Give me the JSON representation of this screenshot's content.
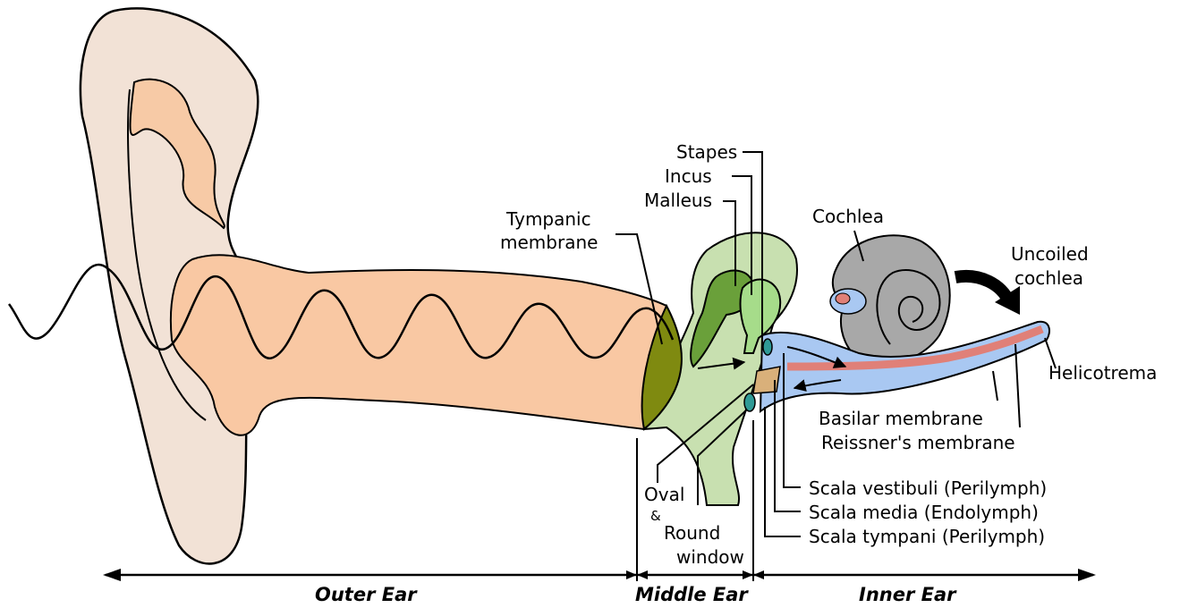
{
  "labels": {
    "stapes": "Stapes",
    "incus": "Incus",
    "malleus": "Malleus",
    "tympanic_1": "Tympanic",
    "tympanic_2": "membrane",
    "cochlea": "Cochlea",
    "uncoiled_1": "Uncoiled",
    "uncoiled_2": "cochlea",
    "helicotrema": "Helicotrema",
    "basilar": "Basilar membrane",
    "reissner": "Reissner's membrane",
    "scala_vestibuli": "Scala vestibuli (Perilymph)",
    "scala_media": "Scala media (Endolymph)",
    "scala_tympani": "Scala tympani (Perilymph)",
    "oval": "Oval",
    "amp": "&",
    "round": "Round",
    "window": "window"
  },
  "sections": {
    "outer": "Outer Ear",
    "middle": "Middle Ear",
    "inner": "Inner Ear"
  },
  "colors": {
    "pinna": "#f2e2d6",
    "canal": "#f9c8a3",
    "middle_ear": "#c8e0b0",
    "malleus": "#6aa03a",
    "incus": "#a6dc8a",
    "tympanic": "#7f8a10",
    "cochlea": "#a8a8a8",
    "perilymph": "#a9c8f2",
    "basilar": "#e08078",
    "round_window": "#2f9a96",
    "oval_bone": "#d9b07a"
  }
}
